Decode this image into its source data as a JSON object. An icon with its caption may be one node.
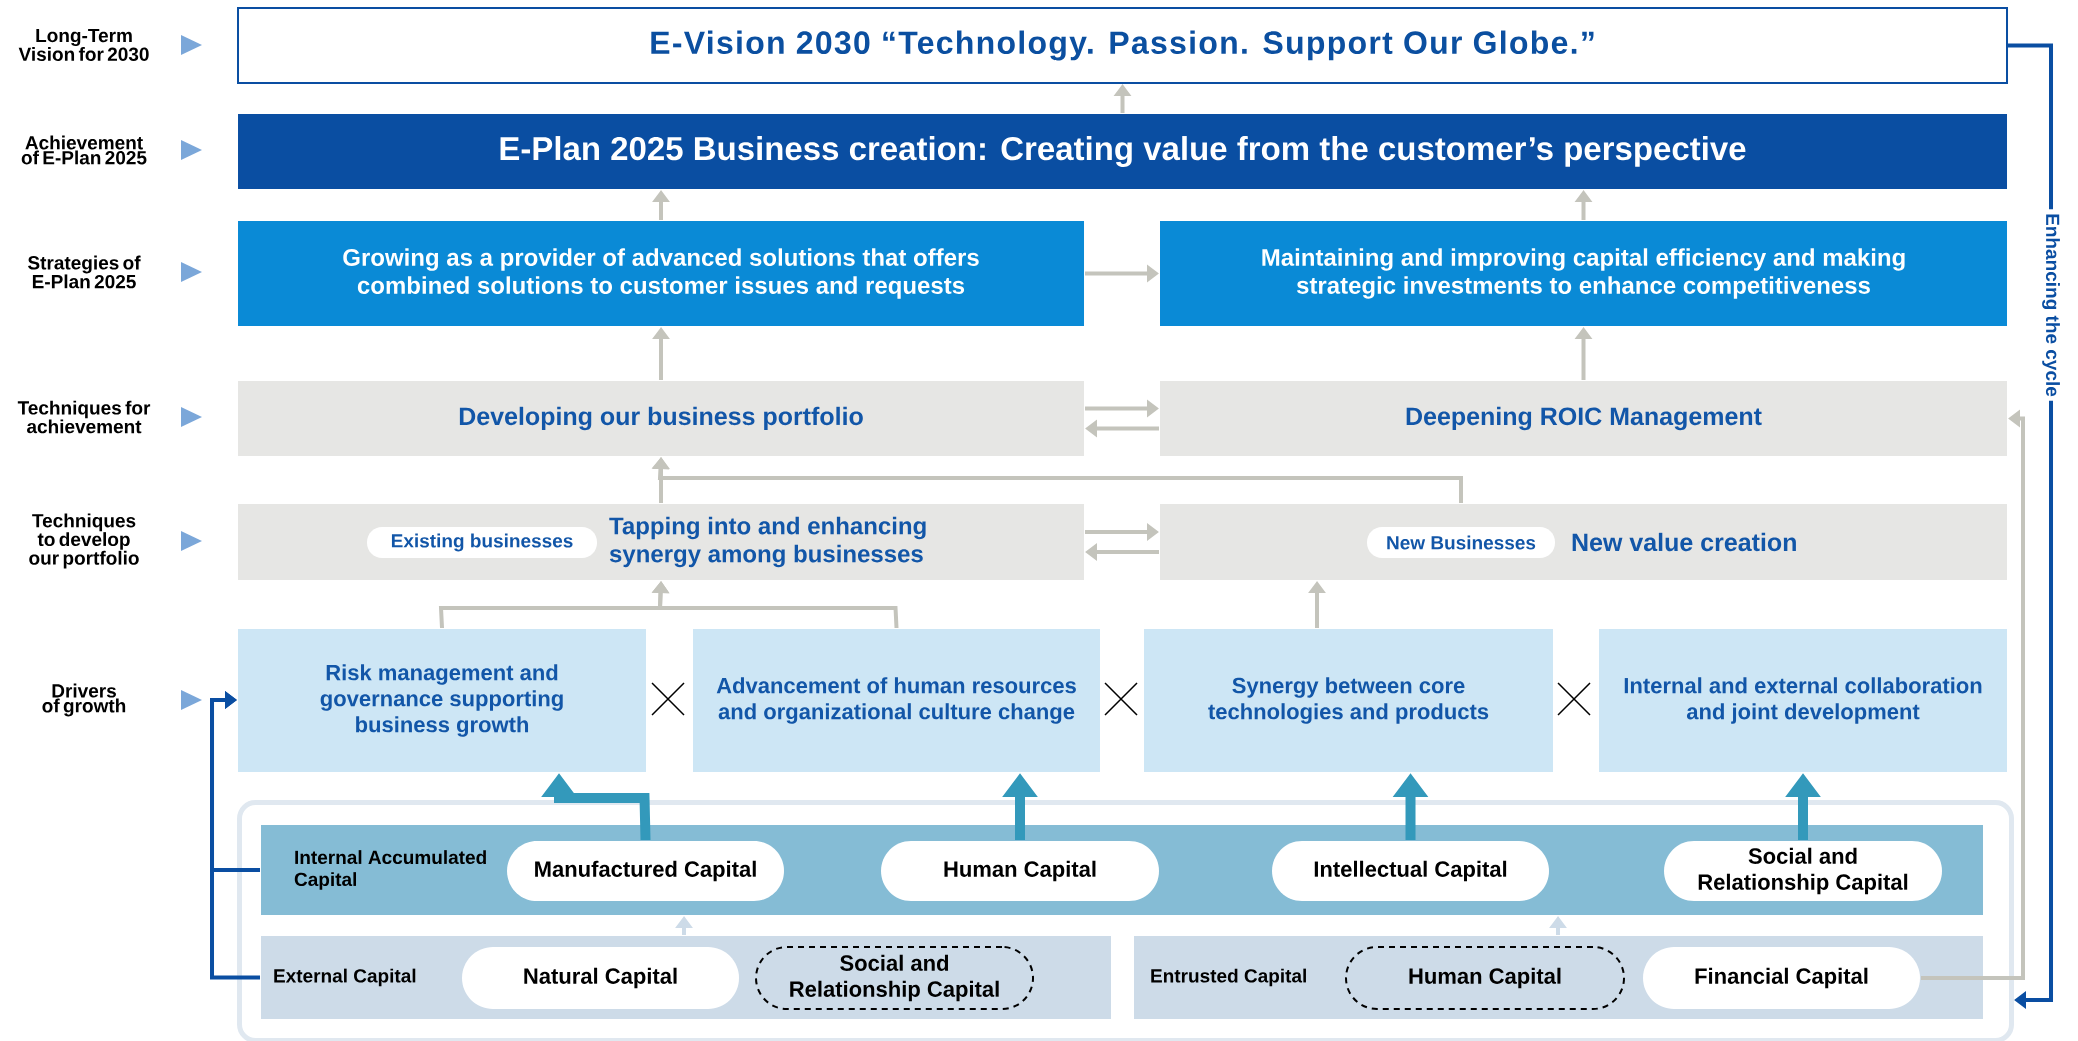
{
  "diagram": {
    "nodes": [
      {
        "text": [
          "E-Vision 2030 “Technology. Passion. Support Our Globe.”"
        ]
      },
      {
        "text": [
          "E-Plan 2025 Business creation: Creating value from the customer’s perspective"
        ]
      },
      {
        "text": [
          "Growing as a provider of advanced solutions that offers combined solutions to customer issues and requests"
        ]
      },
      {
        "text": [
          "Maintaining and improving capital efficiency and making strategic investments to enhance competitiveness"
        ]
      },
      {
        "text": [
          "Developing our business portfolio"
        ]
      },
      {
        "text": [
          "Deepening ROIC Management"
        ]
      },
      {
        "text": [
          "Tapping into and enhancing synergy among businesses"
        ]
      },
      {
        "text": [
          "Existing businesses"
        ],
        "in": 6
      },
      {
        "text": [
          "New value creation"
        ]
      },
      {
        "text": [
          "New Businesses"
        ],
        "in": 8
      },
      {
        "text": [
          "Risk management and governance supporting business growth"
        ]
      },
      {
        "text": [
          "Advancement of human resources and organizational culture change"
        ]
      },
      {
        "text": [
          "Synergy between core technologies and products"
        ]
      },
      {
        "text": [
          "Internal and external collaboration and joint development"
        ]
      },
      {
        "text": [],
        "shape": "box"
      },
      {
        "text": [
          "Internal Accumulated Capital"
        ],
        "in": 14
      },
      {
        "text": [
          "Manufactured Capital"
        ],
        "in": 15
      },
      {
        "text": [
          "Human Capital"
        ],
        "in": 15
      },
      {
        "text": [
          "Intellectual Capital"
        ],
        "in": 15
      },
      {
        "text": [
          "Social and Relationship Capital"
        ],
        "in": 15
      },
      {
        "text": [
          "External Capital"
        ],
        "in": 14
      },
      {
        "text": [
          "Natural Capital"
        ],
        "in": 20
      },
      {
        "text": [
          "Social and Relationship Capital"
        ],
        "in": 20
      },
      {
        "text": [
          "Entrusted Capital"
        ],
        "in": 14
      },
      {
        "text": [
          "Human Capital"
        ],
        "in": 23
      },
      {
        "text": [
          "Financial Capital"
        ],
        "in": 23
      }
    ],
    "edges": [
      {
        "from": 1,
        "to": 0,
        "arrow": "to"
      },
      {
        "from": 2,
        "to": 1,
        "arrow": "to"
      },
      {
        "from": 3,
        "to": 1,
        "arrow": "to"
      },
      {
        "from": 2,
        "to": 3,
        "arrow": "to"
      },
      {
        "from": 4,
        "to": 2,
        "arrow": "to"
      },
      {
        "from": 5,
        "to": 3,
        "arrow": "to"
      },
      {
        "from": 4,
        "to": 5,
        "arrow": "to"
      },
      {
        "from": 5,
        "to": 4,
        "arrow": "to"
      },
      {
        "from": 6,
        "to": 4,
        "arrow": "to"
      },
      {
        "from": 8,
        "to": 4,
        "arrow": "to"
      },
      {
        "from": 6,
        "to": 8,
        "arrow": "to"
      },
      {
        "from": 8,
        "to": 6,
        "arrow": "to"
      },
      {
        "from": 10,
        "to": 6,
        "arrow": "to"
      },
      {
        "from": 11,
        "to": 6,
        "arrow": "to"
      },
      {
        "from": 12,
        "to": 8,
        "arrow": "to"
      },
      {
        "from": 16,
        "to": 10,
        "arrow": "to",
        "style": "thick",
        "color": "#3399bb"
      },
      {
        "from": 17,
        "to": 11,
        "arrow": "to",
        "style": "thick",
        "color": "#3399bb"
      },
      {
        "from": 18,
        "to": 12,
        "arrow": "to",
        "style": "thick",
        "color": "#3399bb"
      },
      {
        "from": 19,
        "to": 13,
        "arrow": "to",
        "style": "thick",
        "color": "#3399bb"
      },
      {
        "from": 20,
        "to": 15,
        "arrow": "to",
        "color": "#cddbe8"
      },
      {
        "from": 23,
        "to": 15,
        "arrow": "to",
        "color": "#cddbe8"
      },
      {
        "from": 15,
        "to": 10,
        "arrow": "to",
        "color": "#0a4ea2"
      },
      {
        "from": 20,
        "to": 10,
        "arrow": "to",
        "color": "#0a4ea2"
      },
      {
        "from": 0,
        "to": 14,
        "arrow": "to",
        "color": "#0a4ea2",
        "label": "Enhancing the cycle"
      },
      {
        "from": 25,
        "to": 5,
        "arrow": "to"
      }
    ],
    "labels": [
      "Long-Term Vision for 2030",
      "Achievement of E-Plan 2025",
      "Strategies of E-Plan 2025",
      "Techniques for achievement",
      "Techniques to develop our portfolio",
      "Drivers of growth"
    ]
  }
}
